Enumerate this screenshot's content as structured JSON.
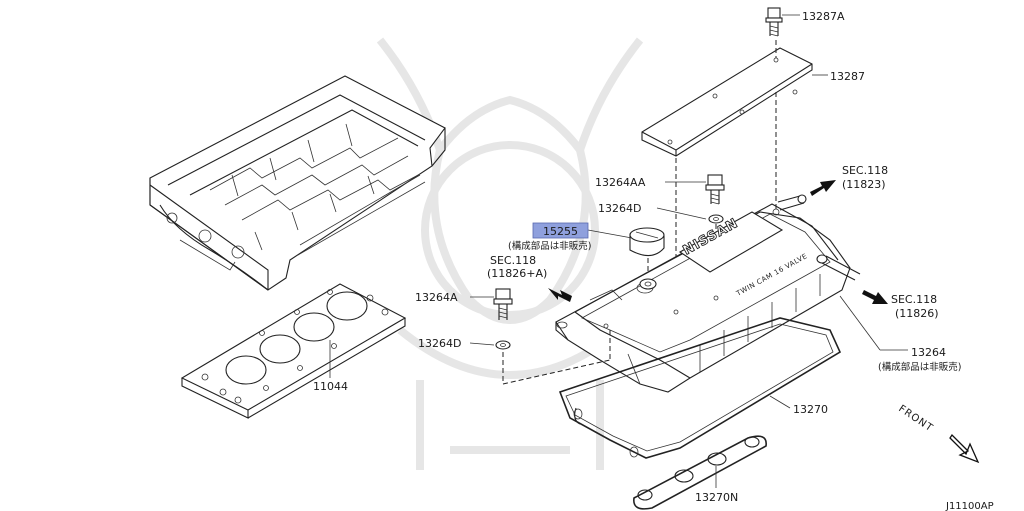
{
  "labels": {
    "p13287a": "13287A",
    "p13287": "13287",
    "sec118_1": "SEC.118",
    "sec118_1_sub": "(11823)",
    "p13264aa": "13264AA",
    "p13264d_top": "13264D",
    "p15255": "15255",
    "p15255_note": "(構成部品は非販売)",
    "sec118_2": "SEC.118",
    "sec118_2_sub": "(11826+A)",
    "p13264a": "13264A",
    "p13264d_bottom": "13264D",
    "sec118_3": "SEC.118",
    "sec118_3_sub": "(11826)",
    "p13264": "13264",
    "p13264_note": "(構成部品は非販売)",
    "p11044": "11044",
    "p13270": "13270",
    "p13270n": "13270N",
    "front": "FRONT",
    "diagram_code": "J11100AP",
    "cover_brand": "NISSAN",
    "cover_text": "TWIN CAM 16 VALVE"
  },
  "colors": {
    "highlight": "#8fa0dd",
    "line": "#222222",
    "watermark": "#e6e6e6"
  },
  "icons": {
    "front_arrow": "front-arrow-icon",
    "sec_arrow": "direction-arrow-icon"
  }
}
